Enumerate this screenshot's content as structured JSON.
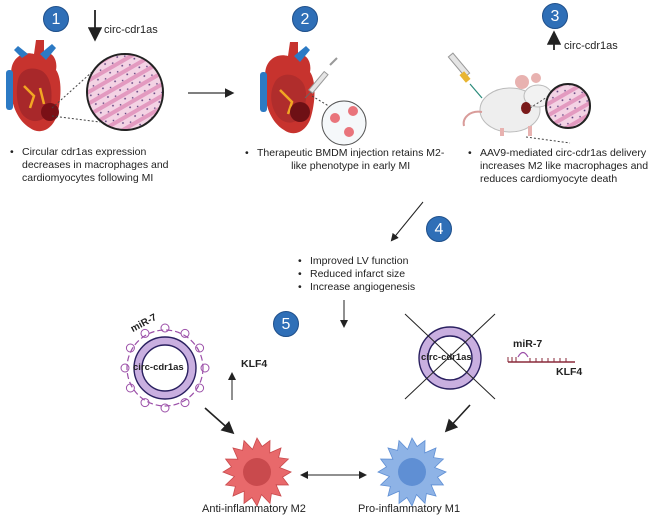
{
  "steps": [
    {
      "number": "1",
      "marker_label": "circ-cdr1as",
      "marker_direction": "down",
      "bullets": [
        "Circular cdr1as expression decreases in macrophages and cardiomyocytes following MI"
      ]
    },
    {
      "number": "2",
      "bullets": [
        "Therapeutic BMDM injection retains M2-like phenotype in early MI"
      ]
    },
    {
      "number": "3",
      "marker_label": "circ-cdr1as",
      "marker_direction": "up",
      "bullets": [
        "AAV9-mediated circ-cdr1as delivery increases M2 like macrophages and reduces cardiomyocyte death"
      ]
    },
    {
      "number": "4",
      "bullets": [
        "Improved LV function",
        "Reduced infarct size",
        "Increase angiogenesis"
      ]
    },
    {
      "number": "5"
    }
  ],
  "step1_text": {
    "line1": "Circular cdr1as expression",
    "line2": "decreases in macrophages and",
    "line3": "cardiomyocytes following MI"
  },
  "step2_text": {
    "line1": "Therapeutic BMDM injection retains M2-",
    "line2": "like phenotype in early MI"
  },
  "step3_text": {
    "line1": "AAV9-mediated circ-cdr1as delivery",
    "line2": "increases M2 like macrophages and",
    "line3": "reduces cardiomyocyte death"
  },
  "left_circrna": {
    "label": "circ-cdr1as",
    "mirna_label": "miR-7",
    "klf4_label": "KLF4",
    "klf4_direction": "up"
  },
  "right_circrna": {
    "label": "circ-cdr1as",
    "crossed_out": true,
    "mirna_label": "miR-7",
    "klf4_label": "KLF4"
  },
  "macrophages": [
    {
      "label": "Anti-inflammatory M2",
      "color": "#e8696b"
    },
    {
      "label": "Pro-inflammatory M1",
      "color": "#8eb3e6"
    }
  ],
  "colors": {
    "badge": "#2f6fb7",
    "circ_ring": "#c9afe0",
    "circ_outline": "#2a2060",
    "mirna": "#9b4fa8",
    "tissue": "#e9a6c8"
  }
}
